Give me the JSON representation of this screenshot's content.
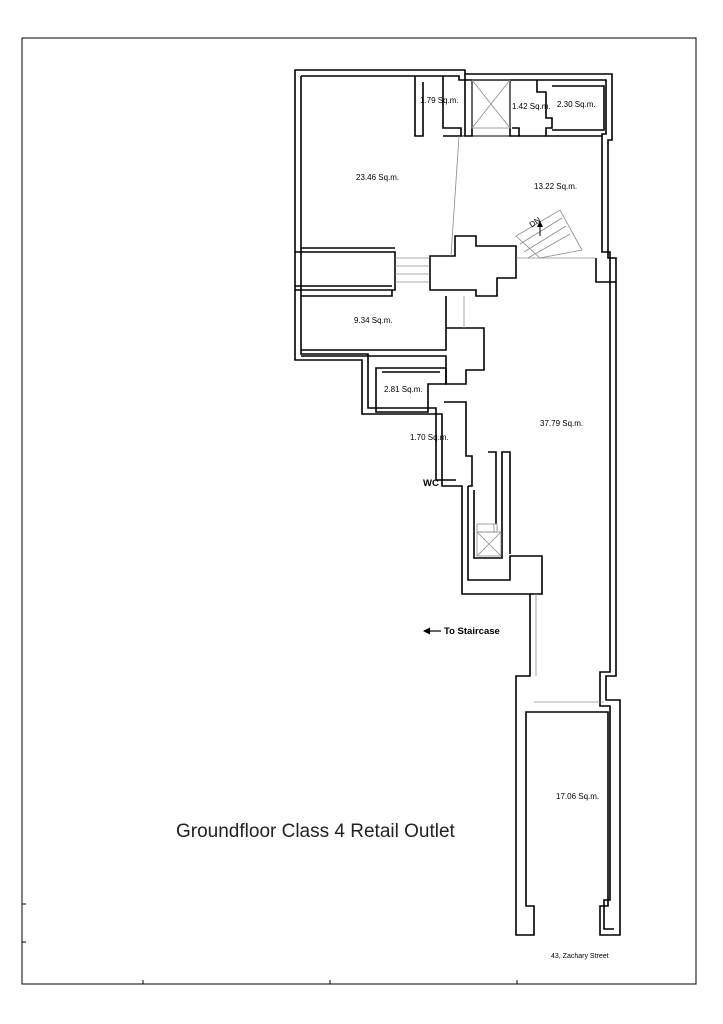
{
  "title": "Groundfloor Class 4 Retail Outlet",
  "address": "43, Zachary Street",
  "stair_direction": "DN",
  "wc_label": "WC",
  "to_staircase_label": "To Staircase",
  "rooms": [
    {
      "id": "room-a",
      "area": "23.46 Sq.m."
    },
    {
      "id": "room-b",
      "area": "1.79 Sq.m."
    },
    {
      "id": "room-c",
      "area": "1.42 Sq.m."
    },
    {
      "id": "room-d",
      "area": "2.30 Sq.m."
    },
    {
      "id": "room-e",
      "area": "13.22 Sq.m."
    },
    {
      "id": "room-f",
      "area": "9.34 Sq.m."
    },
    {
      "id": "room-g",
      "area": "2.81 Sq.m."
    },
    {
      "id": "room-h",
      "area": "1.70 Sq.m."
    },
    {
      "id": "room-i",
      "area": "37.79 Sq.m."
    },
    {
      "id": "room-j",
      "area": "17.06 Sq.m."
    }
  ]
}
